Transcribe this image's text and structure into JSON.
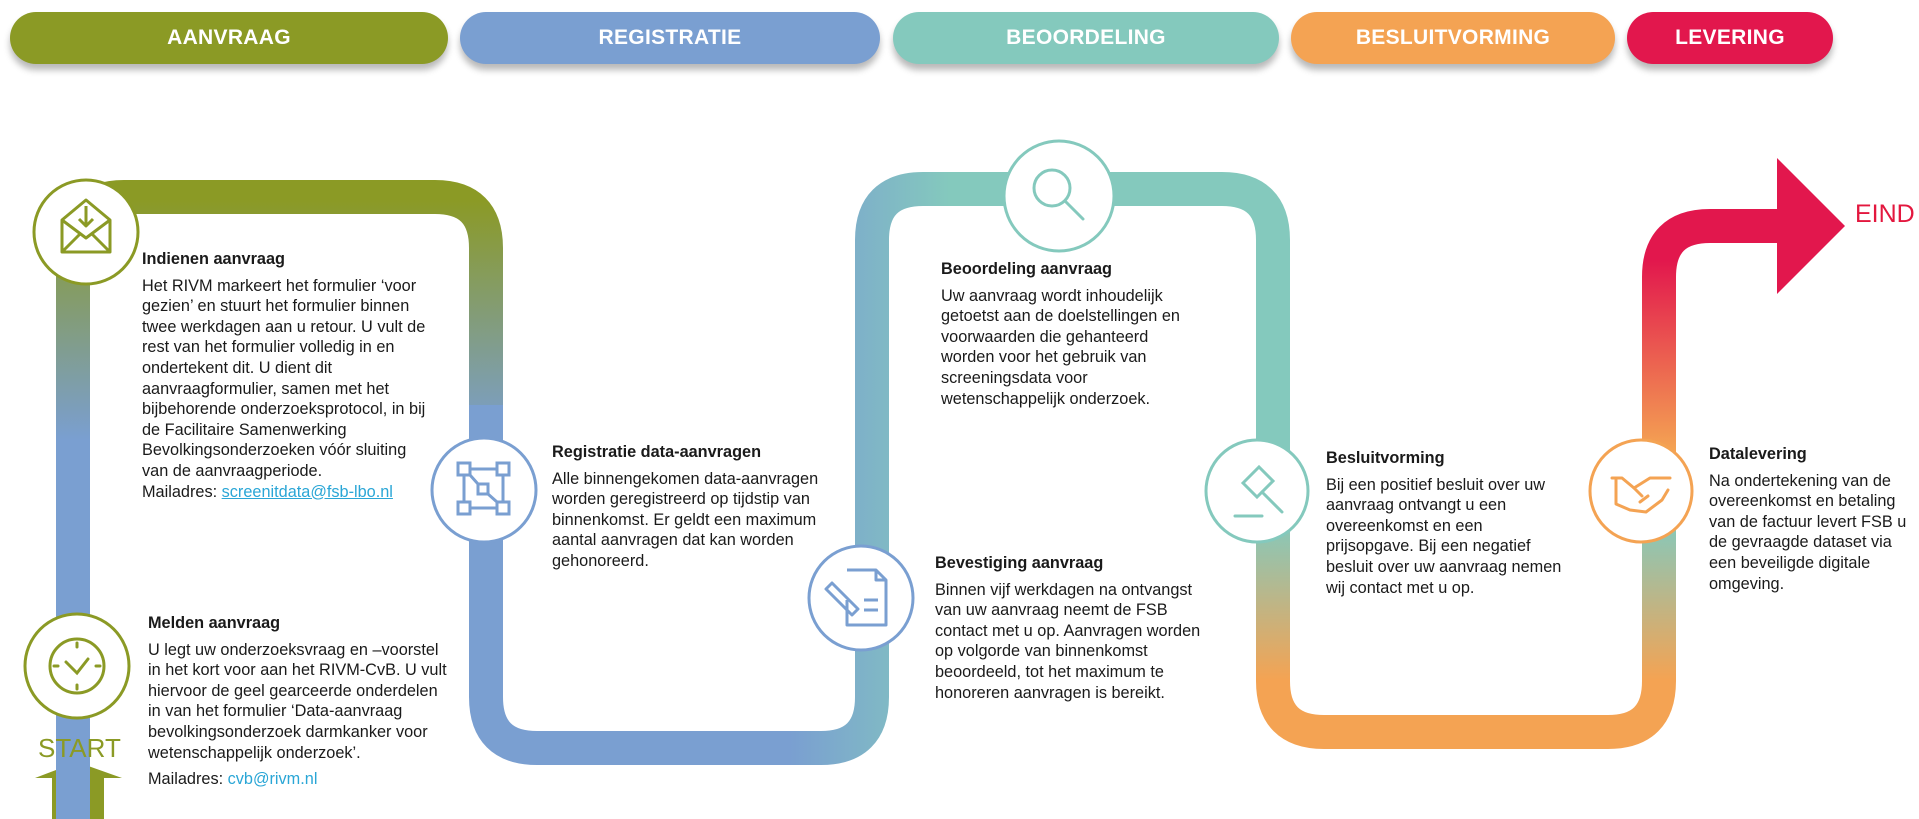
{
  "phases": [
    {
      "label": "AANVRAAG",
      "color": "#8b9a25"
    },
    {
      "label": "REGISTRATIE",
      "color": "#7a9fd1"
    },
    {
      "label": "BEOORDELING",
      "color": "#84c9bd"
    },
    {
      "label": "BESLUITVORMING",
      "color": "#f4a353"
    },
    {
      "label": "LEVERING",
      "color": "#e2174d"
    }
  ],
  "start_label": "START",
  "end_label": "EIND",
  "steps": {
    "indienen": {
      "title": "Indienen aanvraag",
      "text": "Het RIVM markeert het formulier ‘voor gezien’ en stuurt het formulier binnen twee werkdagen aan u retour. U vult de rest van het formulier volledig in en ondertekent dit. U dient dit aanvraagformulier, samen met het bijbehorende onderzoeksprotocol, in bij de Facilitaire Samenwerking Bevolkingsonderzoeken vóór sluiting van de aanvraagperiode.",
      "mail_prefix": "Mailadres:",
      "mail": "screenitdata@fsb-lbo.nl",
      "icon": "envelope-download-icon"
    },
    "melden": {
      "title": "Melden aanvraag",
      "text": "U legt uw onderzoeksvraag en –voorstel in het kort voor aan het RIVM-CvB. U vult hiervoor de geel gearceerde onderdelen in van het formulier ‘Data-aanvraag bevolkingsonderzoek darmkanker voor wetenschappelijk onderzoek’.",
      "mail_prefix": "Mailadres:",
      "mail": "cvb@rivm.nl",
      "icon": "clock-icon"
    },
    "registratie": {
      "title": "Registratie data-aanvragen",
      "text": "Alle binnengekomen data-aanvragen worden geregistreerd op tijdstip van binnenkomst. Er geldt een maximum aantal aanvragen dat kan worden gehonoreerd.",
      "icon": "network-nodes-icon"
    },
    "beoordeling": {
      "title": "Beoordeling aanvraag",
      "text": "Uw aanvraag wordt inhoudelijk getoetst aan de doelstellingen en voorwaarden die gehanteerd worden voor het gebruik van screeningsdata voor wetenschappelijk onderzoek.",
      "icon": "magnifier-icon"
    },
    "bevestiging": {
      "title": "Bevestiging aanvraag",
      "text": "Binnen vijf werkdagen na ontvangst van uw aanvraag neemt de FSB contact met u op. Aanvragen worden op volgorde van binnenkomst beoordeeld, tot het maximum te honoreren aanvragen is bereikt.",
      "icon": "document-pen-icon"
    },
    "besluitvorming": {
      "title": "Besluitvorming",
      "text": "Bij een positief besluit over uw aanvraag ontvangt u een overeenkomst en een prijsopgave. Bij een negatief besluit over uw aanvraag nemen wij contact met u op.",
      "icon": "gavel-icon"
    },
    "datalevering": {
      "title": "Datalevering",
      "text": "Na ondertekening van de overeenkomst en betaling van de factuur levert FSB u de gevraagde dataset via een beveiligde digitale omgeving.",
      "icon": "handshake-icon"
    }
  }
}
